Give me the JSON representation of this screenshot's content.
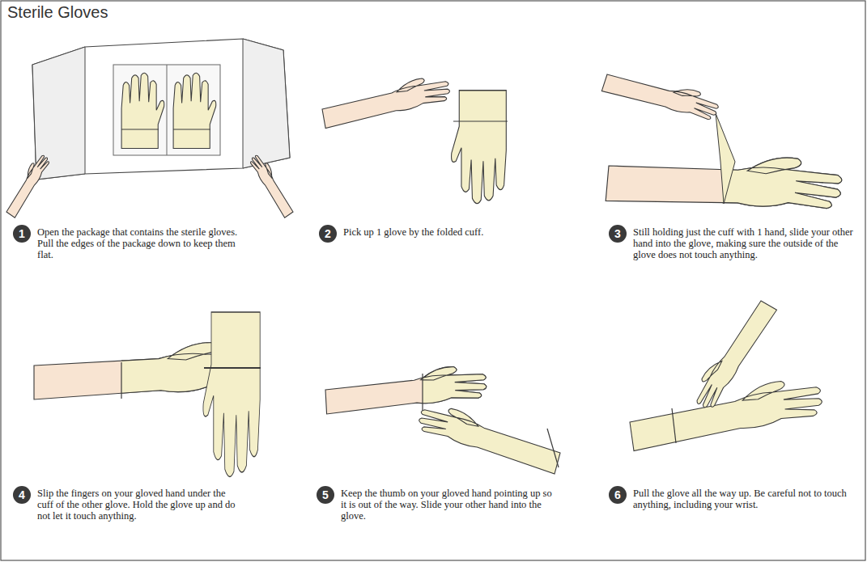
{
  "diagram": {
    "title": "Sterile Gloves",
    "nodes": [
      {
        "text": [
          "1",
          "Open the package that contains the sterile gloves. Pull the edges of the package down to keep them flat."
        ]
      },
      {
        "text": [
          "2",
          "Pick up 1 glove by the folded cuff."
        ]
      },
      {
        "text": [
          "3",
          "Still holding just the cuff with 1 hand, slide your other hand into the glove, making sure the outside of the glove does not touch anything."
        ]
      },
      {
        "text": [
          "4",
          "Slip the fingers on your gloved hand under the cuff of the other glove. Hold the glove up and do not let it touch anything."
        ]
      },
      {
        "text": [
          "5",
          "Keep the thumb on your gloved hand pointing up so it is out of the way. Slide your other hand into the glove."
        ]
      },
      {
        "text": [
          "6",
          "Pull the glove all the way up. Be careful not to touch anything, including your wrist."
        ]
      }
    ]
  }
}
